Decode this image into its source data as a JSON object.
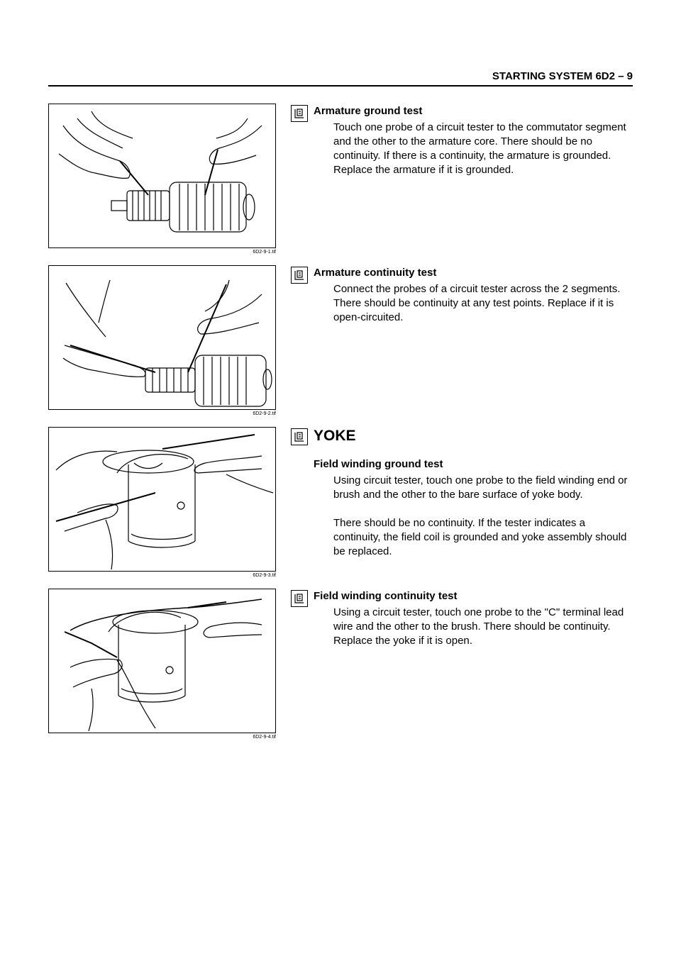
{
  "header": {
    "title": "STARTING SYSTEM  6D2 – 9"
  },
  "blocks": [
    {
      "figure_caption": "6D2-9-1.tif",
      "icon": "procedure-icon",
      "title": "Armature ground test",
      "paragraphs": [
        "Touch one probe of a circuit tester to the commutator segment and the other to the armature core.  There should be no continuity.  If there is a continuity, the armature is grounded.  Replace the armature if it is grounded."
      ]
    },
    {
      "figure_caption": "6D2-9-2.tif",
      "icon": "procedure-icon",
      "title": "Armature continuity test",
      "paragraphs": [
        "Connect the probes of a circuit tester across the 2 segments.  There should be continuity at any test points. Replace if it is open-circuited."
      ]
    },
    {
      "figure_caption": "6D2-9-3.tif",
      "icon": "procedure-icon",
      "section_title": "YOKE",
      "title": "Field winding ground test",
      "paragraphs": [
        "Using circuit tester, touch one probe to the field winding end or brush and the other to the bare surface of yoke body.",
        "There should be no continuity.  If the tester indicates a continuity, the field coil is grounded and yoke assembly should be replaced."
      ]
    },
    {
      "figure_caption": "6D2-9-4.tif",
      "icon": "procedure-icon",
      "title": "Field winding continuity test",
      "paragraphs": [
        "Using a circuit tester, touch one probe to the \"C\" terminal lead wire and the other to the brush.  There should be continuity.  Replace the yoke if it is open."
      ]
    }
  ]
}
